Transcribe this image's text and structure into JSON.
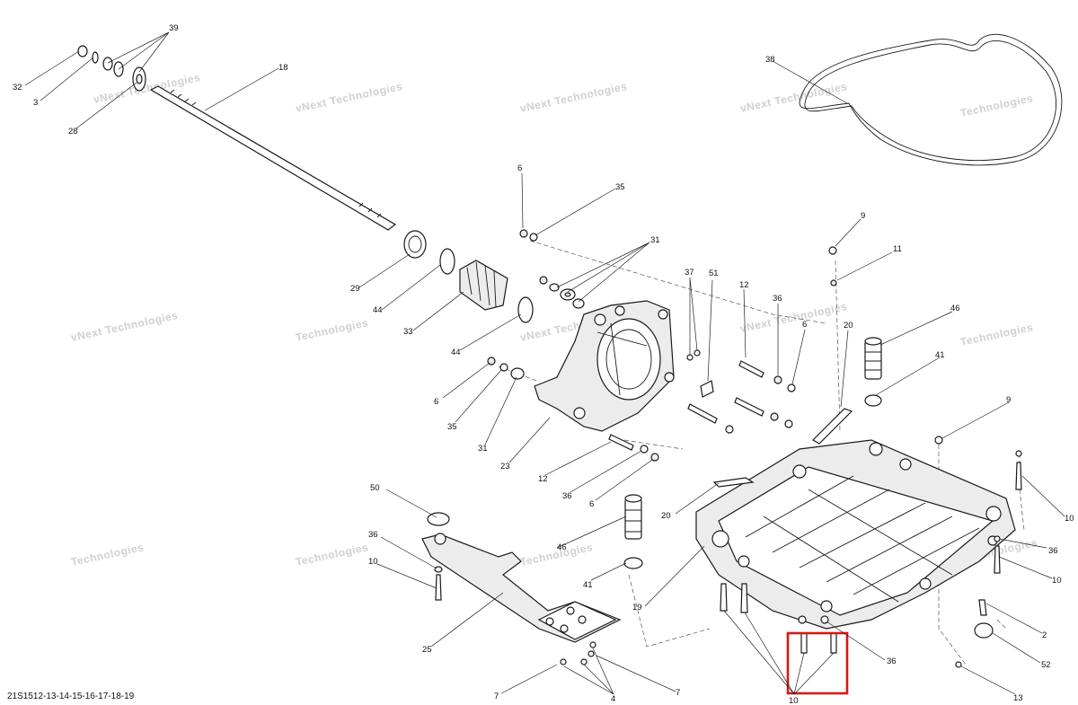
{
  "drawing_code": "21S1512-13-14-15-16-17-18-19",
  "watermark": {
    "line1": "vNext Technologies",
    "line2": "Technologies"
  },
  "callouts": [
    "39",
    "32",
    "3",
    "28",
    "18",
    "38",
    "6",
    "35",
    "31",
    "29",
    "44",
    "33",
    "44",
    "37",
    "51",
    "12",
    "36",
    "6",
    "9",
    "11",
    "46",
    "20",
    "41",
    "6",
    "35",
    "31",
    "23",
    "12",
    "36",
    "6",
    "9",
    "10",
    "50",
    "36",
    "10",
    "46",
    "41",
    "20",
    "19",
    "25",
    "36",
    "10",
    "2",
    "52",
    "36",
    "7",
    "4",
    "7",
    "10",
    "13"
  ],
  "highlight_color": "#d81818"
}
